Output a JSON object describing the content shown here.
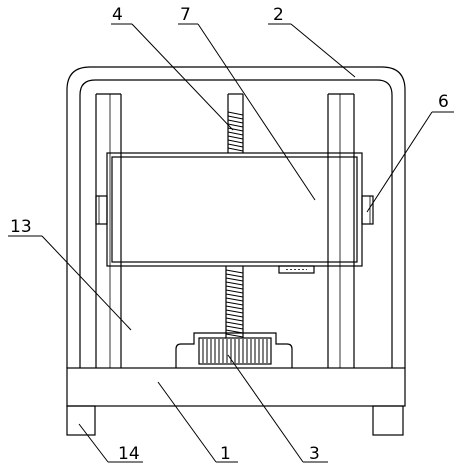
{
  "figure": {
    "type": "mechanical-schematic",
    "callouts": [
      {
        "id": "callout-1",
        "label": "1"
      },
      {
        "id": "callout-2",
        "label": "2"
      },
      {
        "id": "callout-3",
        "label": "3"
      },
      {
        "id": "callout-4",
        "label": "4"
      },
      {
        "id": "callout-6",
        "label": "6"
      },
      {
        "id": "callout-7",
        "label": "7"
      },
      {
        "id": "callout-13",
        "label": "13"
      },
      {
        "id": "callout-14",
        "label": "14"
      }
    ]
  }
}
